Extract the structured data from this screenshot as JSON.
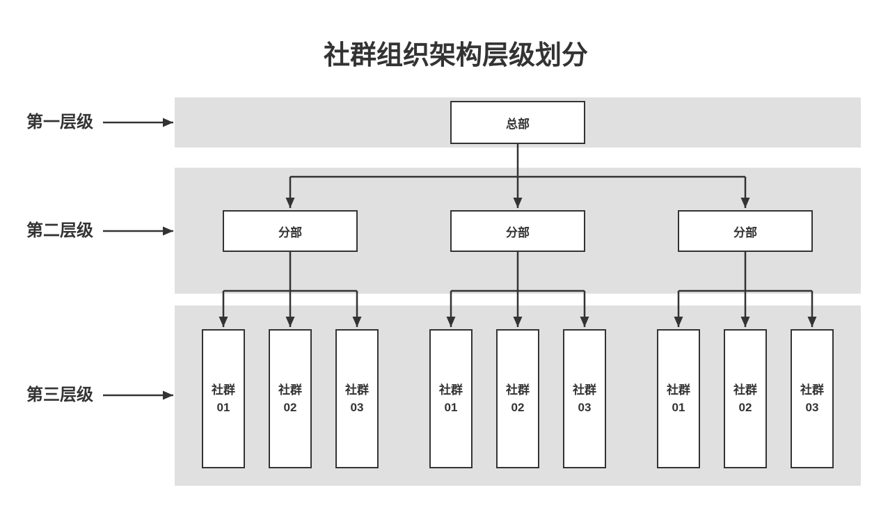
{
  "title": "社群组织架构层级划分",
  "levels": [
    {
      "label": "第一层级"
    },
    {
      "label": "第二层级"
    },
    {
      "label": "第三层级"
    }
  ],
  "tree": {
    "root": {
      "label": "总部"
    },
    "branches": [
      {
        "label": "分部",
        "communities": [
          {
            "name": "社群",
            "number": "01"
          },
          {
            "name": "社群",
            "number": "02"
          },
          {
            "name": "社群",
            "number": "03"
          }
        ]
      },
      {
        "label": "分部",
        "communities": [
          {
            "name": "社群",
            "number": "01"
          },
          {
            "name": "社群",
            "number": "02"
          },
          {
            "name": "社群",
            "number": "03"
          }
        ]
      },
      {
        "label": "分部",
        "communities": [
          {
            "name": "社群",
            "number": "01"
          },
          {
            "name": "社群",
            "number": "02"
          },
          {
            "name": "社群",
            "number": "03"
          }
        ]
      }
    ]
  },
  "colors": {
    "band_background": "#e0e0e0",
    "line": "#333333",
    "node_background": "#ffffff",
    "text": "#333333",
    "page_background": "#ffffff"
  }
}
